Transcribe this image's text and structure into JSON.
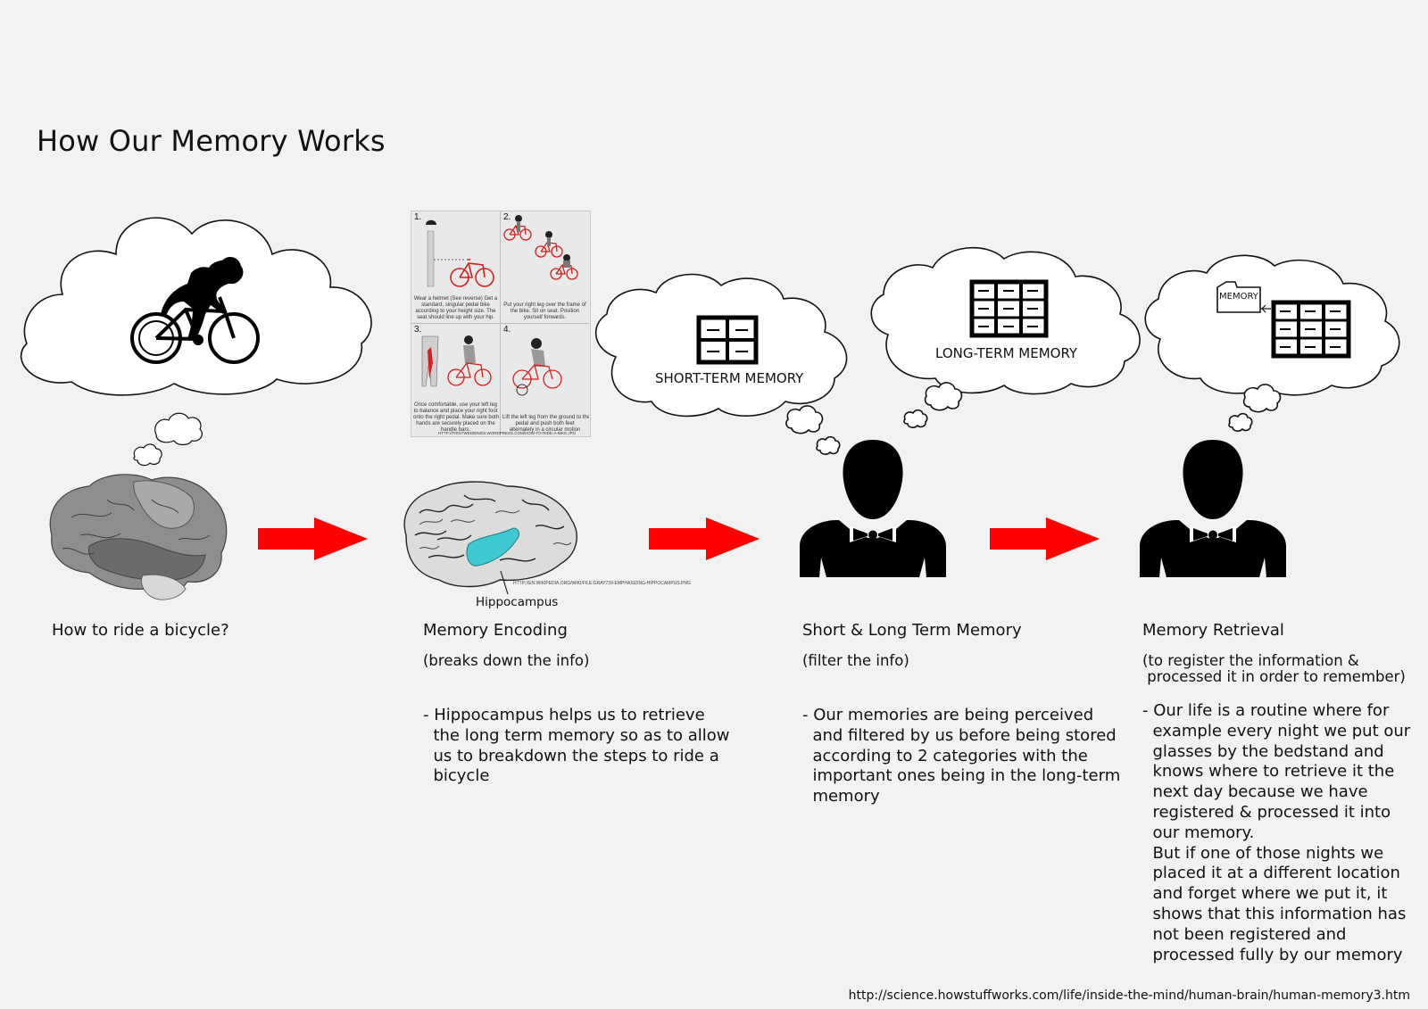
{
  "title": "How Our Memory Works",
  "stages": [
    {
      "caption": "How to ride a bicycle?"
    },
    {
      "caption": "Memory Encoding",
      "subtitle": "(breaks down the info)",
      "description": "- Hippocampus helps us to retrieve\n  the long term memory so as to allow\n  us to breakdown the steps to ride a\n  bicycle",
      "image_label": "Hippocampus",
      "image_credit": "HTTP://EN.WIKIPEDIA.ORG/WIKI/FILE:GRAY739-EMPHASIZING-HIPPOCAMPUS.PNG"
    },
    {
      "caption": "Short & Long Term Memory",
      "subtitle": "(filter the info)",
      "description": "- Our memories are being perceived\n  and filtered by us before being stored\n  according to 2 categories with the\n  important ones being in the long-term\n  memory",
      "cloud_labels": [
        "SHORT-TERM MEMORY",
        "LONG-TERM MEMORY"
      ]
    },
    {
      "caption": "Memory Retrieval",
      "subtitle": "(to register the information &\n processed it in order to remember)",
      "description": "- Our life is a routine where for\n  example every night we put our\n  glasses by the bedstand and\n  knows where to retrieve it the\n  next day because we have\n  registered & processed it into\n  our memory.\n  But if one of those nights we\n  placed it at a different location\n  and forget where we put it, it\n  shows that this information has\n  not been registered and\n  processed fully by our memory",
      "folder_label": "MEMORY"
    }
  ],
  "bike_steps": [
    {
      "number": "1.",
      "text": "Wear a helmet (See reverse) Get a\nstandard, singular pedal bike\naccording to your height size. The\nseat should line up with your hip."
    },
    {
      "number": "2.",
      "text": "Put your right leg over the frame of\nthe bike. Sit on seat. Position\nyourself forwards."
    },
    {
      "number": "3.",
      "text": "Once comfortable, use your left leg\nto balance and place your right foot\nonto the right pedal. Make sure both\nhands are securely placed on the\nhandle bars."
    },
    {
      "number": "4.",
      "text": "Lift the left leg from the ground to the\npedal and push both feet\nalternately in a circular motion"
    }
  ],
  "bike_steps_credit": "HTTP://FIRSTWEDDINGS.WORDPRESS.COM/HOW-TO-RIDE-A-BIKE.JPG",
  "source": "http://science.howstuffworks.com/life/inside-the-mind/human-brain/human-memory3.htm",
  "colors": {
    "arrow": "#ff0000",
    "hippocampus": "#3ec8cf",
    "bike_red": "#d42020",
    "ink": "#000000",
    "background": "#f2f2f2"
  },
  "icons": [
    "cyclist-icon",
    "brain-icon",
    "thought-cloud-icon",
    "arrow-right-icon",
    "person-silhouette-icon",
    "cabinet-icon",
    "folder-icon"
  ]
}
